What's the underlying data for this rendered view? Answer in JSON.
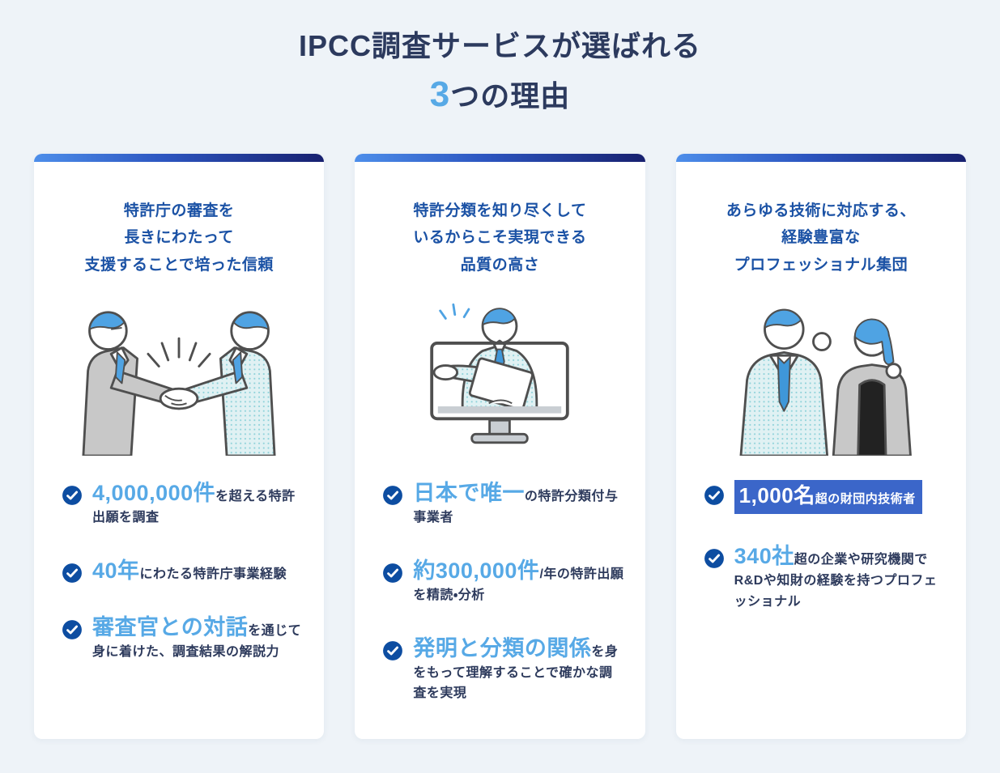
{
  "title": {
    "line1": "IPCC調査サービスが選ばれる",
    "count_accent": "3",
    "line2_rest": "つの理由"
  },
  "colors": {
    "page_bg": "#eef3f8",
    "title_navy": "#2c3a5e",
    "accent_light_blue": "#57a9e6",
    "heading_blue": "#1b52a5",
    "body_navy": "#2d3a5c",
    "check_circle_blue": "#0d4da1",
    "highlight_bg_blue": "#3b66c9",
    "topbar_gradient_start": "#4d8eea",
    "topbar_gradient_end": "#17206f"
  },
  "cards": [
    {
      "heading": [
        "特許庁の審査を",
        "長きにわたって",
        "支援することで培った信頼"
      ],
      "illustration": "handshake-businessmen-illustration",
      "bullets": [
        {
          "accent": "4,000,000件",
          "rest": "を超える特許出願を調査",
          "highlighted": false
        },
        {
          "accent": "40年",
          "rest": "にわたる特許庁事業経験",
          "highlighted": false
        },
        {
          "accent": "審査官との対話",
          "rest": "を通じて身に着けた、調査結果の解説力",
          "highlighted": false
        }
      ]
    },
    {
      "heading": [
        "特許分類を知り尽くして",
        "いるからこそ実現できる",
        "品質の高さ"
      ],
      "illustration": "online-presenter-monitor-illustration",
      "bullets": [
        {
          "accent": "日本で唯一",
          "rest": "の特許分類付与事業者",
          "highlighted": false
        },
        {
          "accent": "約300,000件",
          "rest": "/年の特許出願を精読・分析",
          "highlighted": false
        },
        {
          "accent": "発明と分類の関係",
          "rest": "を身をもって理解することで確かな調査を実現",
          "highlighted": false
        }
      ]
    },
    {
      "heading": [
        "あらゆる技術に対応する、",
        "経験豊富な",
        "プロフェッショナル集団"
      ],
      "illustration": "professional-team-illustration",
      "bullets": [
        {
          "accent": "1,000名",
          "rest": "超の財団内技術者",
          "highlighted": true
        },
        {
          "accent": "340社",
          "rest": "超の企業や研究機関でR&Dや知財の経験を持つプロフェッショナル",
          "highlighted": false
        }
      ]
    }
  ]
}
